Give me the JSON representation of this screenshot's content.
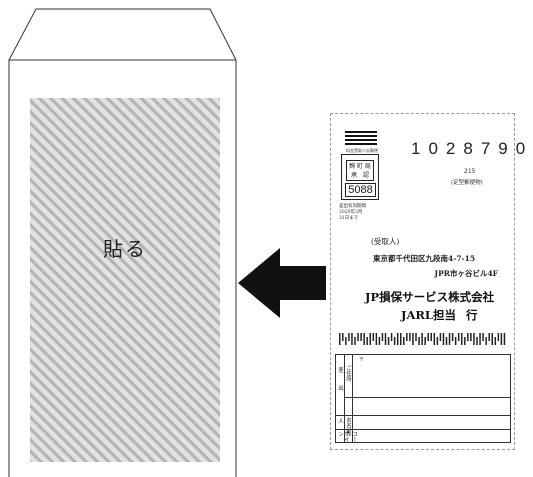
{
  "envelope": {
    "paste_label": "貼る"
  },
  "postcard": {
    "permit": {
      "top_text": "料金受取人払郵便",
      "office_line1": "麹 町 局",
      "office_line2": "承　認",
      "number": "5088"
    },
    "validity": {
      "line1": "差出有効期間",
      "line2": "2020年3月",
      "line3": "31日まで"
    },
    "postal_code": "1028790",
    "code_215": "215",
    "mail_type": "(定型郵便物)",
    "recipient_label": "(受取人)",
    "address_line1": "東京都千代田区九段南4-7-15",
    "address_line2": "JPR市ヶ谷ビル4F",
    "company": "JP損保サービス株式会社",
    "department": "JARL担当",
    "honorific": "行",
    "sender": {
      "side_label_1": "差",
      "side_label_2": "出",
      "side_label_3": "人",
      "address_label": "ご住所",
      "postal_mark": "〒",
      "name_label": "お名前",
      "sign_label_1": "サイン",
      "sign_label_2": "コール"
    }
  }
}
